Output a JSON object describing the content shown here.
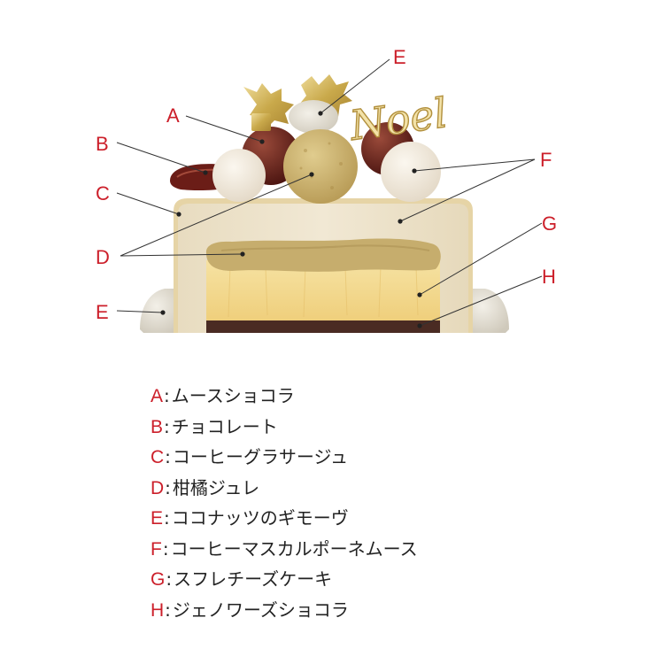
{
  "colors": {
    "callout": "#cc1f2a",
    "mousse": "#eadfc4",
    "sponge": "#f2d78e",
    "jelly": "#c9b06f",
    "genoise": "#4a2b23",
    "chocolate": "#6b1d17",
    "coconut": "#e7e2d6",
    "gold": "#c9a94b"
  },
  "diagram": {
    "topper_text": "Noel",
    "callouts": [
      {
        "key": "A",
        "text": "A"
      },
      {
        "key": "B",
        "text": "B"
      },
      {
        "key": "C",
        "text": "C"
      },
      {
        "key": "D",
        "text": "D"
      },
      {
        "key": "E_top",
        "text": "E"
      },
      {
        "key": "E_side",
        "text": "E"
      },
      {
        "key": "F",
        "text": "F"
      },
      {
        "key": "G",
        "text": "G"
      },
      {
        "key": "H",
        "text": "H"
      }
    ]
  },
  "legend": [
    {
      "letter": "A",
      "sep": ":",
      "text": "ムースショコラ"
    },
    {
      "letter": "B",
      "sep": ":",
      "text": "チョコレート"
    },
    {
      "letter": "C",
      "sep": ":",
      "text": "コーヒーグラサージュ"
    },
    {
      "letter": "D",
      "sep": ":",
      "text": "柑橘ジュレ"
    },
    {
      "letter": "E",
      "sep": ":",
      "text": "ココナッツのギモーヴ"
    },
    {
      "letter": "F",
      "sep": ":",
      "text": "コーヒーマスカルポーネムース"
    },
    {
      "letter": "G",
      "sep": ":",
      "text": "スフレチーズケーキ"
    },
    {
      "letter": "H",
      "sep": ":",
      "text": "ジェノワーズショコラ"
    }
  ]
}
